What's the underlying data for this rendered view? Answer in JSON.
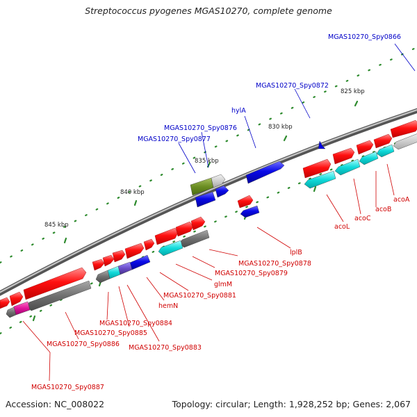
{
  "title": "Streptococcus pyogenes MGAS10270, complete genome",
  "accession": "Accession: NC_008022",
  "summary": "Topology: circular; Length: 1,928,252 bp; Genes: 2,067",
  "scale_labels": [
    "825 kbp",
    "830 kbp",
    "835 kbp",
    "840 kbp",
    "845 kbp"
  ],
  "labels": {
    "l0866": "MGAS10270_Spy0866",
    "l0872": "MGAS10270_Spy0872",
    "hylA": "hylA",
    "l0876": "MGAS10270_Spy0876",
    "l0877": "MGAS10270_Spy0877",
    "acoA": "acoA",
    "acoB": "acoB",
    "acoC": "acoC",
    "acoL": "acoL",
    "lplB": "lplB",
    "l0878": "MGAS10270_Spy0878",
    "l0879": "MGAS10270_Spy0879",
    "glmM": "glmM",
    "l0881": "MGAS10270_Spy0881",
    "hemN": "hemN",
    "l0884": "MGAS10270_Spy0884",
    "l0885": "MGAS10270_Spy0885",
    "l0883": "MGAS10270_Spy0883",
    "l0886": "MGAS10270_Spy0886",
    "l0887": "MGAS10270_Spy0887"
  },
  "colors": {
    "forward_gene": "#ff0000",
    "reverse_gene": "#0000e0",
    "rna_like": "#00d8d8",
    "other_gene": "#6e6e6e",
    "light_gene": "#c8c8c8",
    "olive_gene": "#6b8e23",
    "pink_gene": "#e0169a",
    "purple_gene": "#6a4cc8",
    "backbone": "#888888",
    "tick": "#2e8b2e",
    "label_blue": "#0000c8",
    "label_red": "#d00000"
  }
}
